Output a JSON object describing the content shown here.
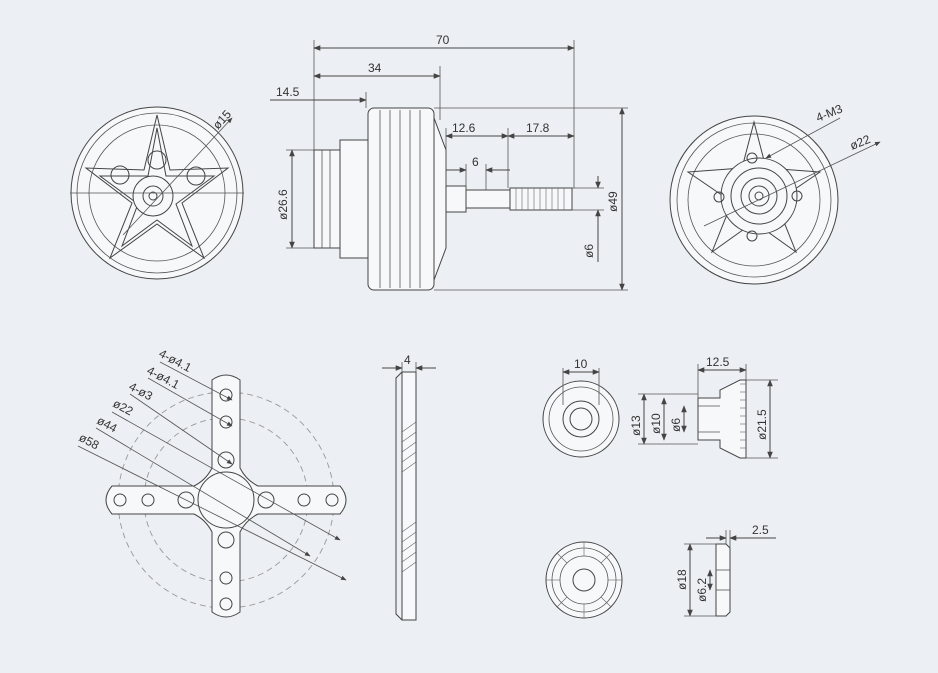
{
  "dimensions": {
    "overall_length": "70",
    "body_length": "34",
    "mount_offset": "14.5",
    "shaft_step": "12.6",
    "thread_length": "17.8",
    "shaft_small_step": "6",
    "motor_diameter": "ø49",
    "mount_diameter": "ø26.6",
    "shaft_diameter": "ø6",
    "front_bolt_circle": "ø15",
    "rear_screws": "4-M3",
    "rear_bolt_circle": "ø22",
    "mount_holes_a": "4-ø4.1",
    "mount_holes_b": "4-ø4.1",
    "mount_holes_c": "4-ø3",
    "mount_circle_inner": "ø22",
    "mount_circle_mid": "ø44",
    "mount_circle_outer": "ø58",
    "plate_thickness": "4",
    "washer_inner": "10",
    "washer_d13": "ø13",
    "washer_d10": "ø10",
    "washer_d6": "ø6",
    "nut_width": "12.5",
    "nut_diameter": "ø21.5",
    "spacer_thickness": "2.5",
    "spacer_outer": "ø18",
    "spacer_inner": "ø6.2"
  },
  "colors": {
    "background": "#eceff3",
    "line": "#444444",
    "dashed": "#999999"
  }
}
